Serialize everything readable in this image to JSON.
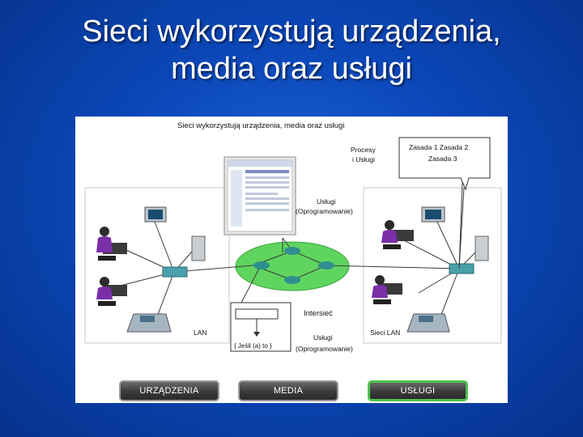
{
  "slide": {
    "title_line1": "Sieci wykorzystują urządzenia,",
    "title_line2": "media oraz usługi"
  },
  "figure": {
    "header": "Sieci wykorzystują urządzenia, media oraz usługi",
    "labels": {
      "processes_line1": "Procesy",
      "processes_line2": "i Usługi",
      "rules_line1": "Zasada 1 Zasada 2",
      "rules_line2": "Zasada 3",
      "services_top_line1": "Usługi",
      "services_top_line2": "(Oprogramowanie)",
      "internetwork": "Intersieć",
      "services_bottom_line1": "Usługi",
      "services_bottom_line2": "(Oprogramowanie)",
      "flowchart_condition": "{ Jeśli (a) to }",
      "lan": "LAN",
      "another_lan": "Sieci LAN"
    },
    "tabs": [
      {
        "label": "URZĄDZENIA",
        "active": false
      },
      {
        "label": "MEDIA",
        "active": false
      },
      {
        "label": "USŁUGI",
        "active": true
      }
    ]
  },
  "colors": {
    "background": "#0b47b8",
    "cloud": "#5fd45f",
    "router": "#2f8f8f",
    "active_tab_border": "#4fc24f"
  }
}
